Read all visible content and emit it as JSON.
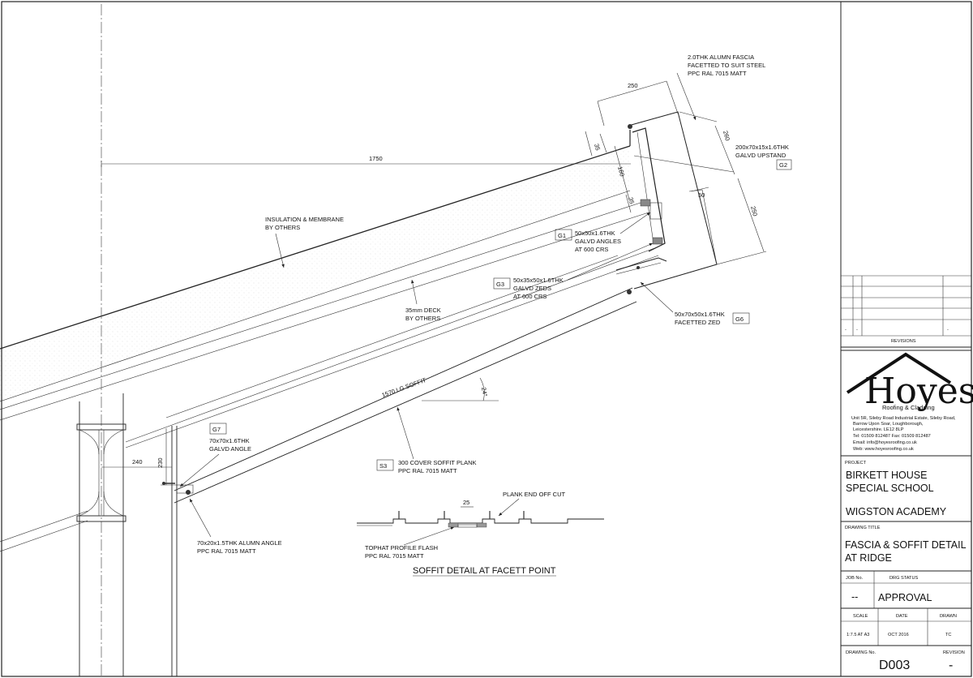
{
  "drawing": {
    "dims": {
      "d1750": "1750",
      "d250_top": "250",
      "d260": "260",
      "d35_a": "35",
      "d160": "160",
      "d35_b": "35",
      "d50": "50",
      "d250_right": "250",
      "d240": "240",
      "d230": "230",
      "d25": "25",
      "angle": "24°",
      "soffit_len": "1570 LG SOFFIT"
    },
    "notes": {
      "fascia": [
        "2.0THK ALUMN FASCIA",
        "FACETTED TO SUIT STEEL",
        "PPC RAL 7015 MATT"
      ],
      "upstand": [
        "200x70x15x1.6THK",
        "GALVD UPSTAND"
      ],
      "insulation": [
        "INSULATION & MEMBRANE",
        "BY OTHERS"
      ],
      "g1": [
        "50x50x1.6THK",
        "GALVD ANGLES",
        "AT 600 CRS"
      ],
      "g3": [
        "50x35x50x1.6THK",
        "GALVD ZEDS",
        "AT 600 CRS"
      ],
      "deck": [
        "35mm DECK",
        "BY OTHERS"
      ],
      "g6": [
        "50x70x50x1.6THK",
        "FACETTED ZED"
      ],
      "g7": [
        "70x70x1.6THK",
        "GALVD ANGLE"
      ],
      "s3": [
        "300 COVER SOFFIT PLANK",
        "PPC RAL 7015 MATT"
      ],
      "alumn_angle": [
        "70x20x1.5THK ALUMN ANGLE",
        "PPC RAL 7015 MATT"
      ],
      "plank_end": "PLANK END OFF CUT",
      "tophat": [
        "TOPHAT PROFILE FLASH",
        "PPC RAL 7015 MATT"
      ],
      "detail_title": "SOFFIT DETAIL AT FACETT POINT"
    },
    "tags": {
      "g1": "G1",
      "g2": "G2",
      "g3": "G3",
      "g6": "G6",
      "g7": "G7",
      "s3": "S3"
    }
  },
  "title_block": {
    "revisions_label": "REVISIONS",
    "revision_marks": [
      "-",
      "-",
      "-"
    ],
    "company": {
      "logo_word": "Hoyes",
      "tagline": "Roofing & Cladding",
      "address": [
        "Unit 5R, Sileby Road Industrial Estate, Sileby Road,",
        "Barrow Upon Soar, Loughborough,",
        "Leicestershire. LE12 8LP"
      ],
      "tel": "Tel: 01509 812487    Fax: 01509 812487",
      "email": "Email:   info@hoyesroofing.co.uk",
      "web": "Web:     www.hoyesroofing.co.uk"
    },
    "project_label": "PROJECT",
    "project": [
      "BIRKETT HOUSE",
      "SPECIAL SCHOOL",
      "WIGSTON ACADEMY"
    ],
    "drawing_title_label": "DRAWING TITLE",
    "drawing_title": [
      "FASCIA & SOFFIT DETAIL",
      "AT RIDGE"
    ],
    "job_no_label": "JOB No.",
    "job_no": "--",
    "status_label": "DRG STATUS",
    "status": "APPROVAL",
    "scale_label": "SCALE",
    "date_label": "DATE",
    "drawn_label": "DRAWN",
    "scale": "1:7.5 AT A3",
    "date": "OCT 2016",
    "drawn": "TC",
    "drawing_no_label": "DRAWING No.",
    "revision_label": "REVISION",
    "drawing_no": "D003",
    "revision": "-"
  }
}
